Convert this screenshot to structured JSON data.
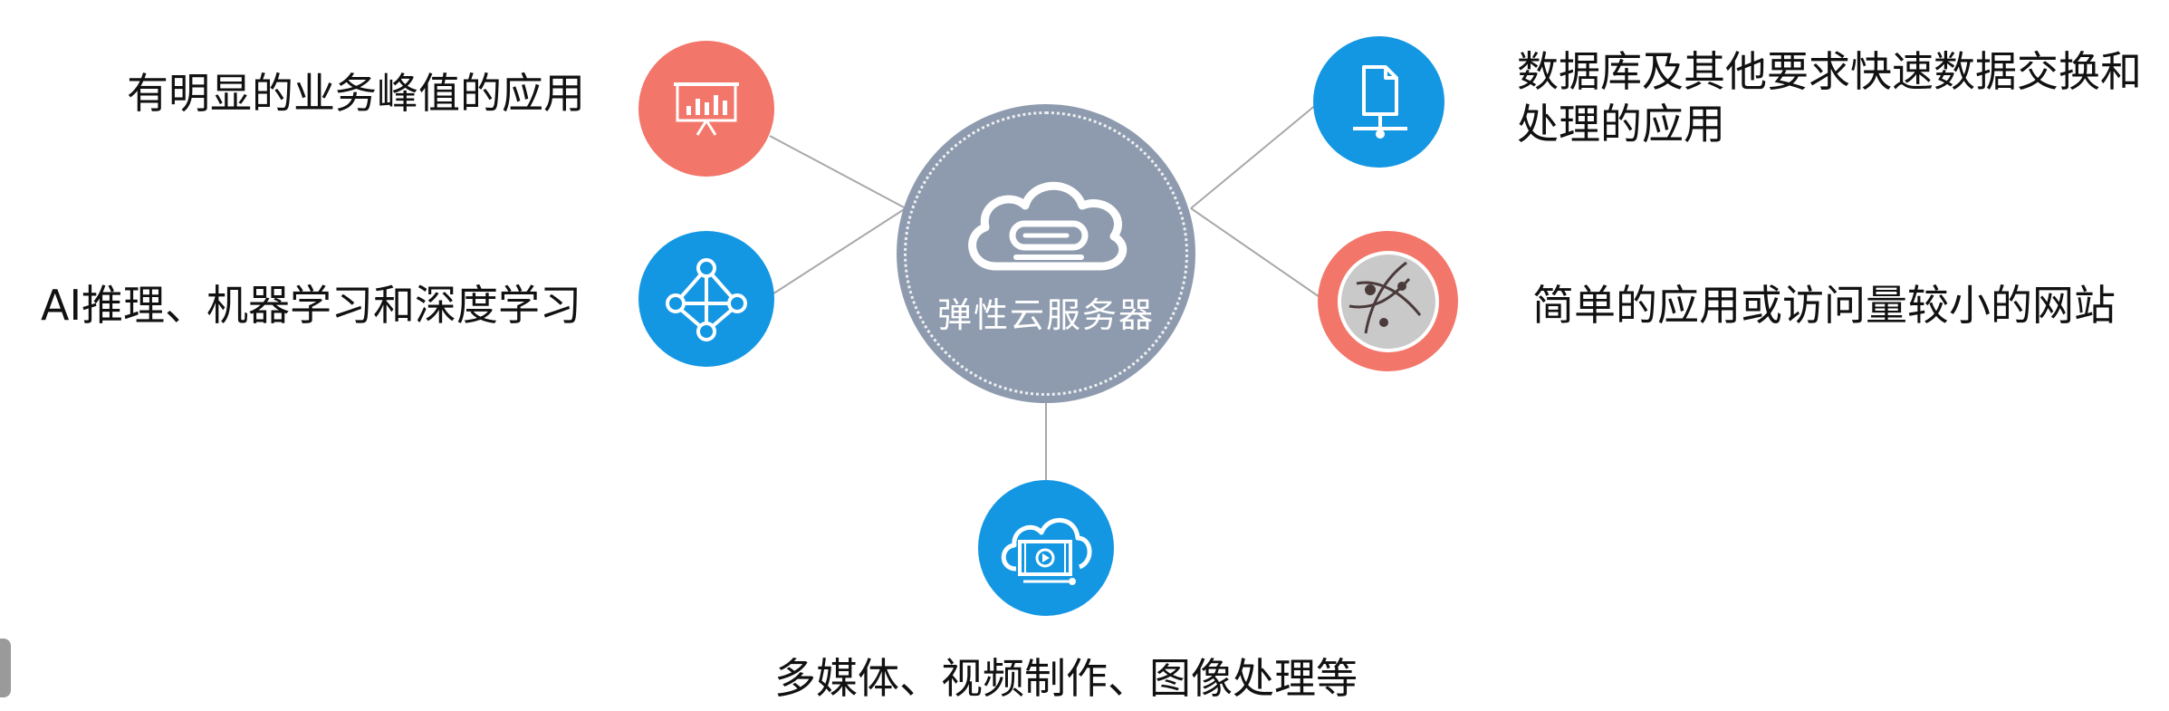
{
  "center": {
    "label": "弹性云服务器",
    "icon": "cloud-server-icon",
    "color": "#8e9bae"
  },
  "nodes": {
    "peak": {
      "label": "有明显的业务峰值的应用",
      "icon": "presentation-chart-icon",
      "color": "#f3766a"
    },
    "ai": {
      "label": "AI推理、机器学习和深度学习",
      "icon": "network-graph-icon",
      "color": "#1497e3"
    },
    "db": {
      "label": "数据库及其他要求快速数据交换和处理的应用",
      "icon": "document-network-icon",
      "color": "#1497e3"
    },
    "web": {
      "label": "简单的应用或访问量较小的网站",
      "icon": "globe-icon",
      "color": "#f3766a"
    },
    "media": {
      "label": "多媒体、视频制作、图像处理等",
      "icon": "cloud-video-icon",
      "color": "#1497e3"
    }
  },
  "connector_color": "#a8a8a8"
}
